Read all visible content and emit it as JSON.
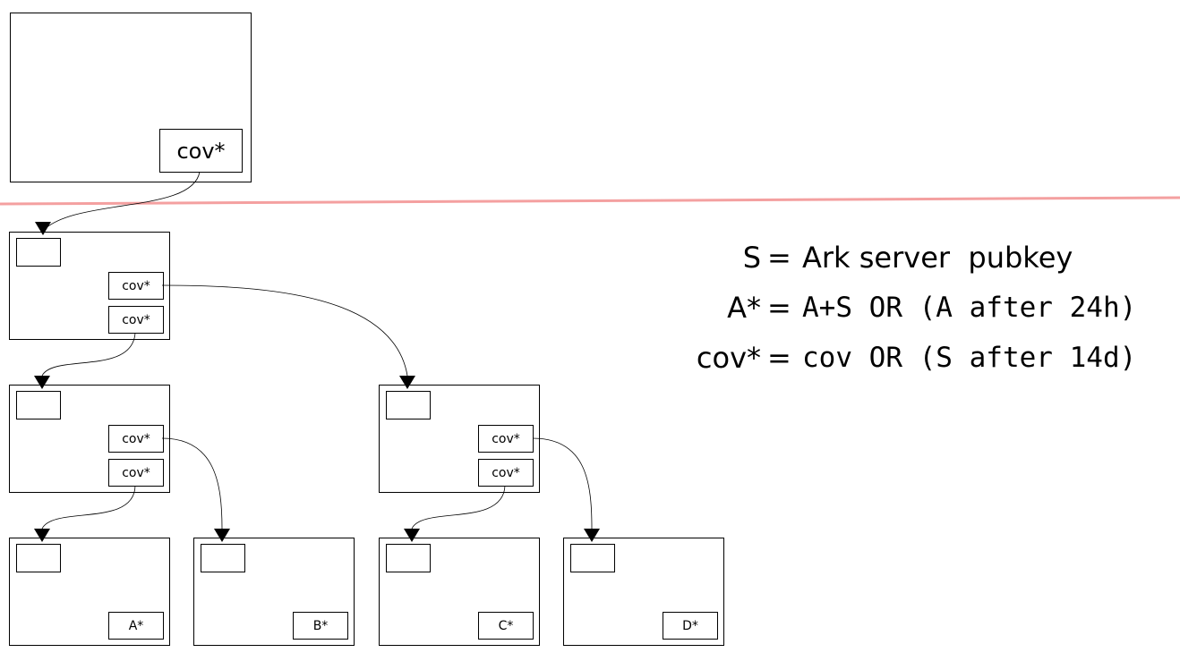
{
  "legend": {
    "rows": [
      {
        "symbol": "S",
        "eq": "=",
        "definition": "Ark server  pubkey",
        "style": "sans"
      },
      {
        "symbol": "A*",
        "eq": "=",
        "definition": "A+S OR (A after 24h)",
        "style": "mono"
      },
      {
        "symbol": "cov*",
        "eq": "=",
        "definition": "cov OR (S after 14d)",
        "style": "mono"
      }
    ]
  },
  "root": {
    "output_label": "cov*"
  },
  "level1": {
    "outputs": [
      "cov*",
      "cov*"
    ]
  },
  "level2_left": {
    "outputs": [
      "cov*",
      "cov*"
    ]
  },
  "level2_right": {
    "outputs": [
      "cov*",
      "cov*"
    ]
  },
  "leaves": [
    {
      "output_label": "A*"
    },
    {
      "output_label": "B*"
    },
    {
      "output_label": "C*"
    },
    {
      "output_label": "D*"
    }
  ],
  "colors": {
    "divider": "#f4a0a0",
    "stroke": "#000000"
  }
}
